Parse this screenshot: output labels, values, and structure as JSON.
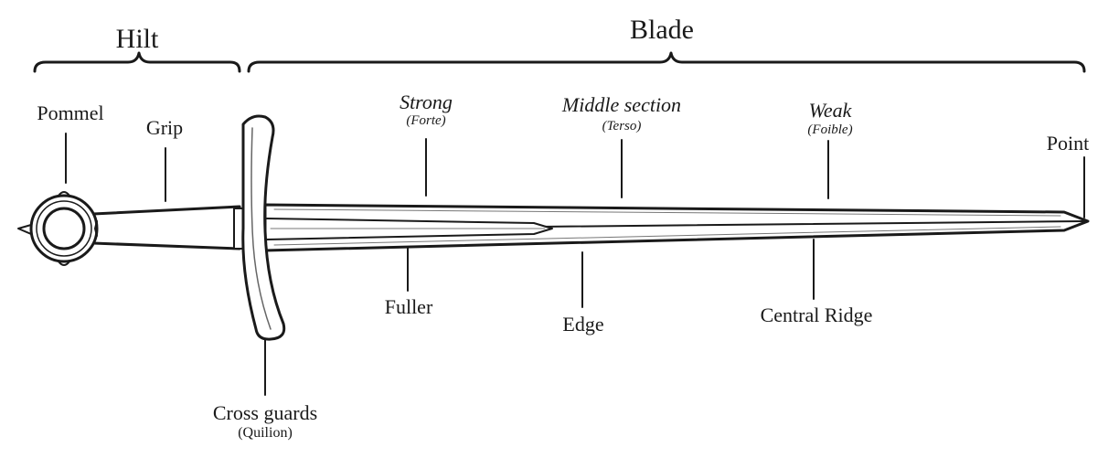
{
  "sections": {
    "hilt": "Hilt",
    "blade": "Blade"
  },
  "labels": {
    "pommel": "Pommel",
    "grip": "Grip",
    "strong": "Strong",
    "strong_sub": "(Forte)",
    "middle": "Middle section",
    "middle_sub": "(Terso)",
    "weak": "Weak",
    "weak_sub": "(Foible)",
    "point": "Point",
    "fuller": "Fuller",
    "edge": "Edge",
    "central_ridge": "Central Ridge",
    "cross_guards": "Cross guards",
    "cross_guards_sub": "(Quilion)"
  },
  "colors": {
    "ink": "#1a1a1a",
    "paper": "#ffffff"
  }
}
